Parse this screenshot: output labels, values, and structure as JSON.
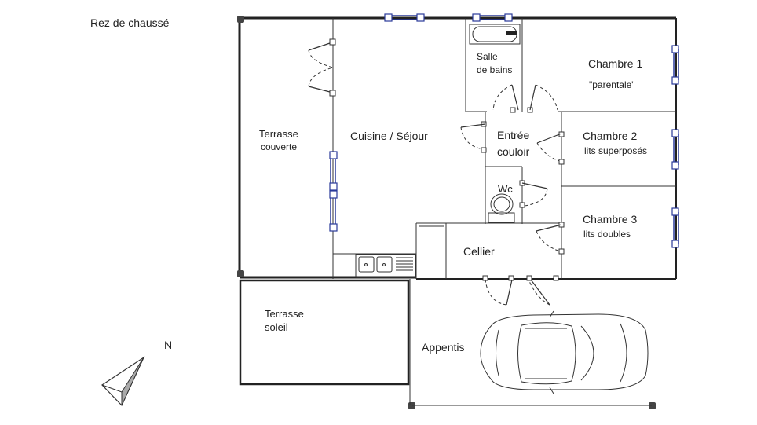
{
  "title": "Rez de chaussé",
  "north": "N",
  "rooms": {
    "terrasse_couverte": [
      "Terrasse",
      "couverte"
    ],
    "cuisine": "Cuisine / Séjour",
    "salle_de_bains": [
      "Salle",
      "de bains"
    ],
    "chambre1": [
      "Chambre 1",
      "\"parentale\""
    ],
    "entree": [
      "Entrée",
      "couloir"
    ],
    "chambre2": [
      "Chambre 2",
      "lits superposés"
    ],
    "wc": "Wc",
    "chambre3": [
      "Chambre 3",
      "lits doubles"
    ],
    "cellier": "Cellier",
    "terrasse_soleil": [
      "Terrasse",
      "soleil"
    ],
    "appentis": "Appentis"
  }
}
